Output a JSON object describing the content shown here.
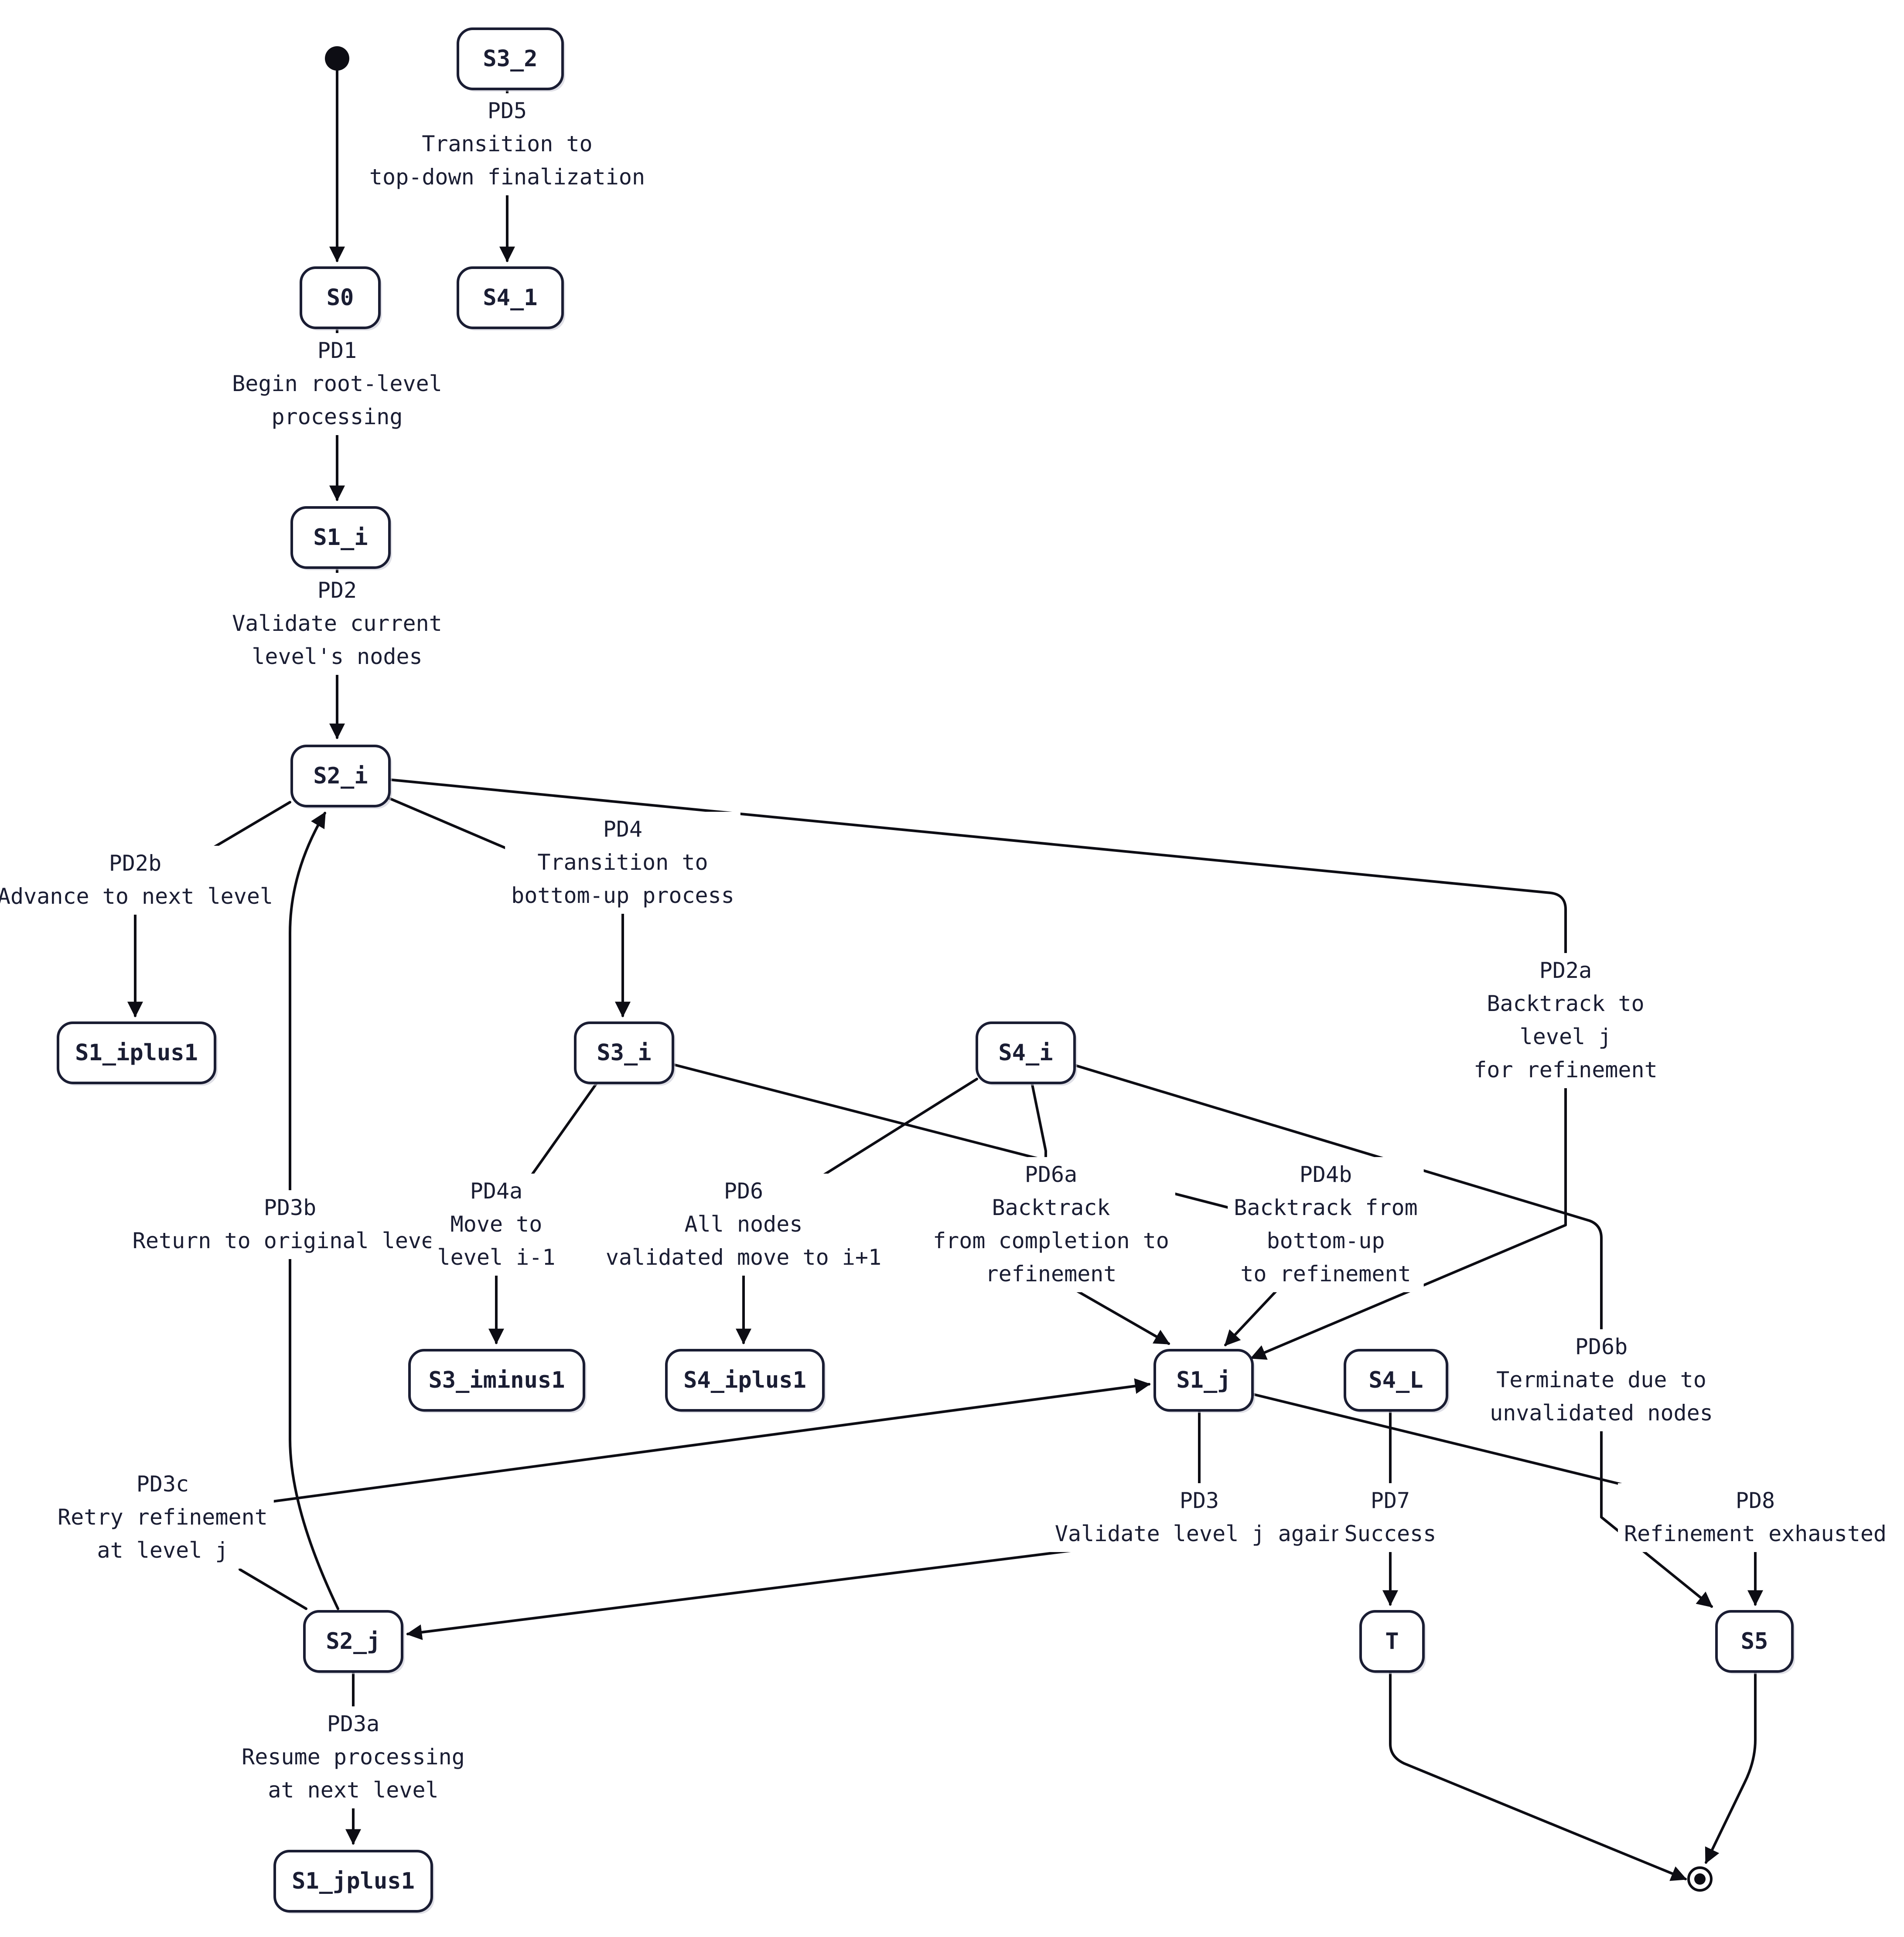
{
  "colors": {
    "ink": "#1a1d33",
    "line": "#0d0d14",
    "background": "#ffffff"
  },
  "states": {
    "S0": "S0",
    "S1_i": "S1_i",
    "S2_i": "S2_i",
    "S1_iplus1": "S1_iplus1",
    "S3_i": "S3_i",
    "S4_i": "S4_i",
    "S3_2": "S3_2",
    "S4_1": "S4_1",
    "S3_iminus1": "S3_iminus1",
    "S4_iplus1": "S4_iplus1",
    "S1_j": "S1_j",
    "S4_L": "S4_L",
    "S2_j": "S2_j",
    "T": "T",
    "S5": "S5",
    "S1_jplus1": "S1_jplus1"
  },
  "transitions": {
    "PD1": {
      "id": "PD1",
      "text": [
        "Begin root-level",
        "processing"
      ]
    },
    "PD2": {
      "id": "PD2",
      "text": [
        "Validate current",
        "level's nodes"
      ]
    },
    "PD2a": {
      "id": "PD2a",
      "text": [
        "Backtrack to",
        "level j",
        "for refinement"
      ]
    },
    "PD2b": {
      "id": "PD2b",
      "text": [
        "Advance to next level"
      ]
    },
    "PD3": {
      "id": "PD3",
      "text": [
        "Validate level j again"
      ]
    },
    "PD3a": {
      "id": "PD3a",
      "text": [
        "Resume processing",
        "at next level"
      ]
    },
    "PD3b": {
      "id": "PD3b",
      "text": [
        "Return to original level"
      ]
    },
    "PD3c": {
      "id": "PD3c",
      "text": [
        "Retry refinement",
        "at level j"
      ]
    },
    "PD4": {
      "id": "PD4",
      "text": [
        "Transition to",
        "bottom-up process"
      ]
    },
    "PD4a": {
      "id": "PD4a",
      "text": [
        "Move to",
        "level i-1"
      ]
    },
    "PD4b": {
      "id": "PD4b",
      "text": [
        "Backtrack from",
        "bottom-up",
        "to refinement"
      ]
    },
    "PD5": {
      "id": "PD5",
      "text": [
        "Transition to",
        "top-down finalization"
      ]
    },
    "PD6": {
      "id": "PD6",
      "text": [
        "All nodes",
        "validated move to i+1"
      ]
    },
    "PD6a": {
      "id": "PD6a",
      "text": [
        "Backtrack",
        "from completion to",
        "refinement"
      ]
    },
    "PD6b": {
      "id": "PD6b",
      "text": [
        "Terminate due to",
        "unvalidated nodes"
      ]
    },
    "PD7": {
      "id": "PD7",
      "text": [
        "Success"
      ]
    },
    "PD8": {
      "id": "PD8",
      "text": [
        "Refinement exhausted"
      ]
    }
  }
}
